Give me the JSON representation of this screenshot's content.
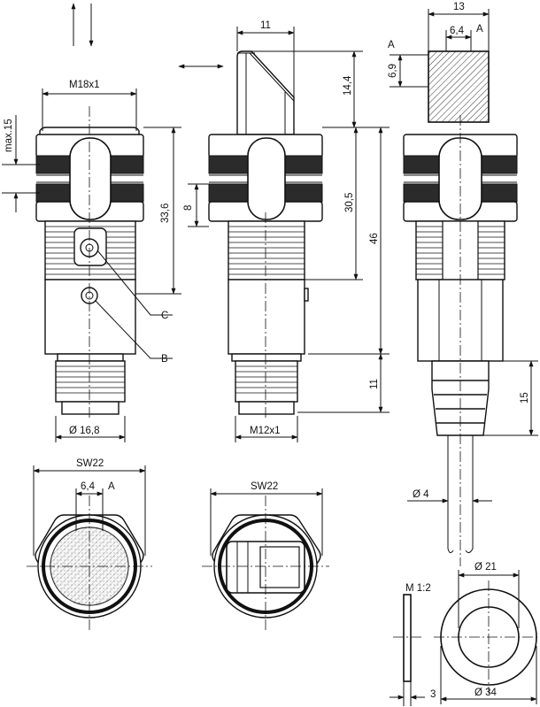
{
  "drawing": {
    "view1": {
      "thread": "M18x1",
      "max_label": "max.15",
      "height": "33,6",
      "diameter": "Ø 16,8",
      "callout_c": "C",
      "callout_b": "B"
    },
    "view2": {
      "width": "11",
      "height_top": "14,4",
      "gap": "8",
      "height_mid": "30,5",
      "height_total": "46",
      "height_bottom": "11",
      "thread": "M12x1"
    },
    "view3": {
      "width": "13",
      "inner_width": "6,4",
      "ref_a1": "A",
      "ref_a2": "A",
      "height": "6,9",
      "cable_length": "15",
      "cable_diameter": "Ø 4"
    },
    "front1": {
      "wrench": "SW22",
      "inner_width": "6,4",
      "ref_a": "A"
    },
    "front2": {
      "wrench": "SW22"
    },
    "nut": {
      "scale": "M 1:2",
      "thickness": "3",
      "inner_diameter": "Ø 21",
      "outer_diameter": "Ø 34"
    }
  }
}
